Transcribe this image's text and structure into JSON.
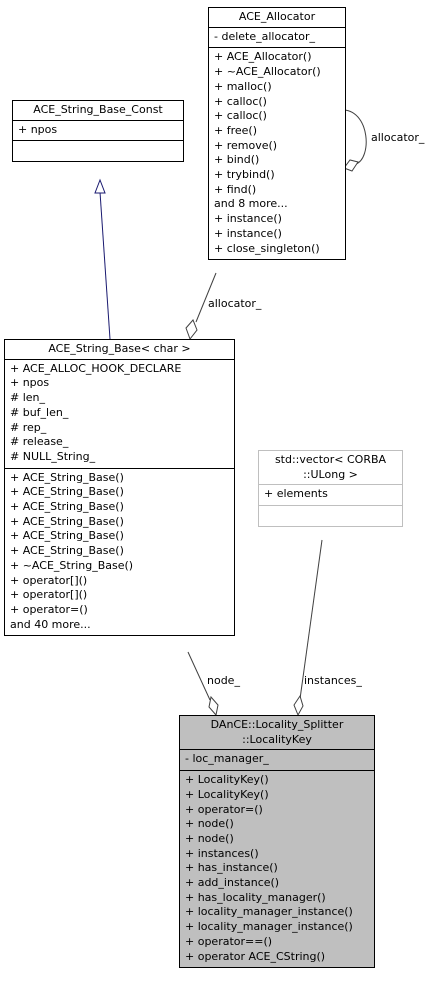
{
  "boxes": {
    "allocator": {
      "title": [
        "ACE_Allocator"
      ],
      "attrs": [
        "- delete_allocator_"
      ],
      "ops": [
        "+ ACE_Allocator()",
        "+ ~ACE_Allocator()",
        "+ malloc()",
        "+ calloc()",
        "+ calloc()",
        "+ free()",
        "+ remove()",
        "+ bind()",
        "+ trybind()",
        "+ find()",
        "and 8 more...",
        "+ instance()",
        "+ instance()",
        "+ close_singleton()"
      ]
    },
    "string_base_const": {
      "title": [
        "ACE_String_Base_Const"
      ],
      "attrs": [
        "+ npos"
      ],
      "ops": []
    },
    "string_base": {
      "title": [
        "ACE_String_Base< char >"
      ],
      "attrs": [
        "+ ACE_ALLOC_HOOK_DECLARE",
        "+ npos",
        "# len_",
        "# buf_len_",
        "# rep_",
        "# release_",
        "# NULL_String_"
      ],
      "ops": [
        "+ ACE_String_Base()",
        "+ ACE_String_Base()",
        "+ ACE_String_Base()",
        "+ ACE_String_Base()",
        "+ ACE_String_Base()",
        "+ ACE_String_Base()",
        "+ ~ACE_String_Base()",
        "+ operator[]()",
        "+ operator[]()",
        "+ operator=()",
        "and 40 more..."
      ]
    },
    "vector": {
      "title": [
        "std::vector< CORBA",
        "::ULong >"
      ],
      "attrs": [
        "+ elements"
      ],
      "ops": []
    },
    "locality_key": {
      "title": [
        "DAnCE::Locality_Splitter",
        "::LocalityKey"
      ],
      "attrs": [
        "- loc_manager_"
      ],
      "ops": [
        "+ LocalityKey()",
        "+ LocalityKey()",
        "+ operator=()",
        "+ node()",
        "+ node()",
        "+ instances()",
        "+ has_instance()",
        "+ add_instance()",
        "+ has_locality_manager()",
        "+ locality_manager_instance()",
        "+ locality_manager_instance()",
        "+ operator==()",
        "+ operator ACE_CString()"
      ]
    }
  },
  "edge_labels": {
    "allocator_self": "allocator_",
    "allocator_to_string_base": "allocator_",
    "node": "node_",
    "instances": "instances_"
  },
  "colors": {
    "focus_fill": "#bfbfbf",
    "inheritance_arrow": "#191970",
    "gray_border": "#bfbfbf"
  }
}
